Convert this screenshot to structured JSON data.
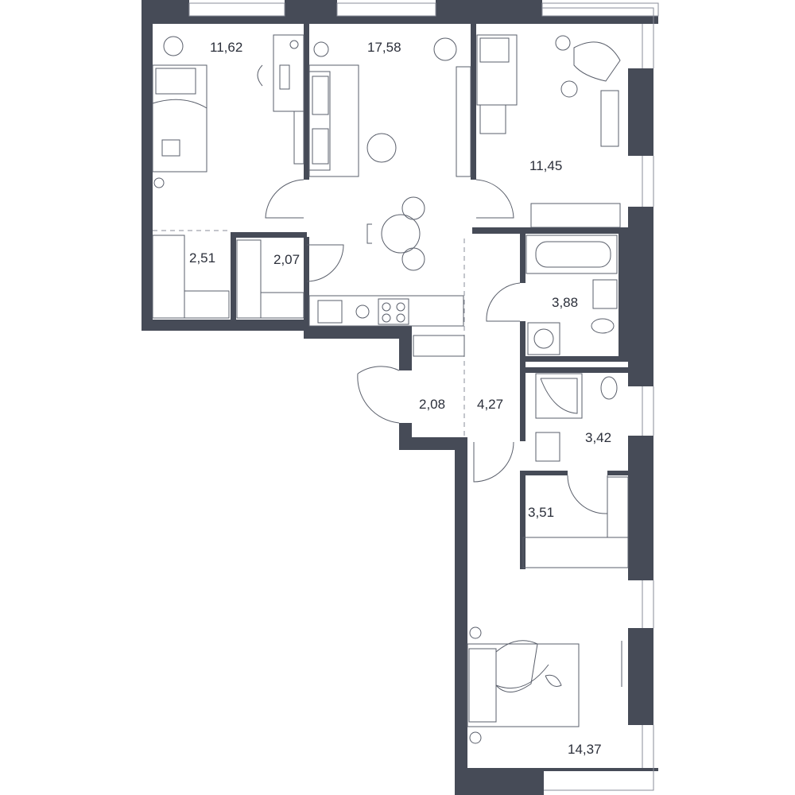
{
  "plan": {
    "rooms": [
      {
        "id": "bedroom-1",
        "area": "11,62"
      },
      {
        "id": "living-room",
        "area": "17,58"
      },
      {
        "id": "bedroom-2",
        "area": "11,45"
      },
      {
        "id": "wardrobe-1",
        "area": "2,51"
      },
      {
        "id": "wardrobe-2",
        "area": "2,07"
      },
      {
        "id": "bathroom-1",
        "area": "3,88"
      },
      {
        "id": "hall",
        "area": "2,08"
      },
      {
        "id": "corridor",
        "area": "4,27"
      },
      {
        "id": "bathroom-2",
        "area": "3,42"
      },
      {
        "id": "storage",
        "area": "3,51"
      },
      {
        "id": "bedroom-3",
        "area": "14,37"
      }
    ],
    "colors": {
      "wall": "#464b57",
      "line": "#5a5f6b",
      "background": "#ffffff"
    }
  }
}
